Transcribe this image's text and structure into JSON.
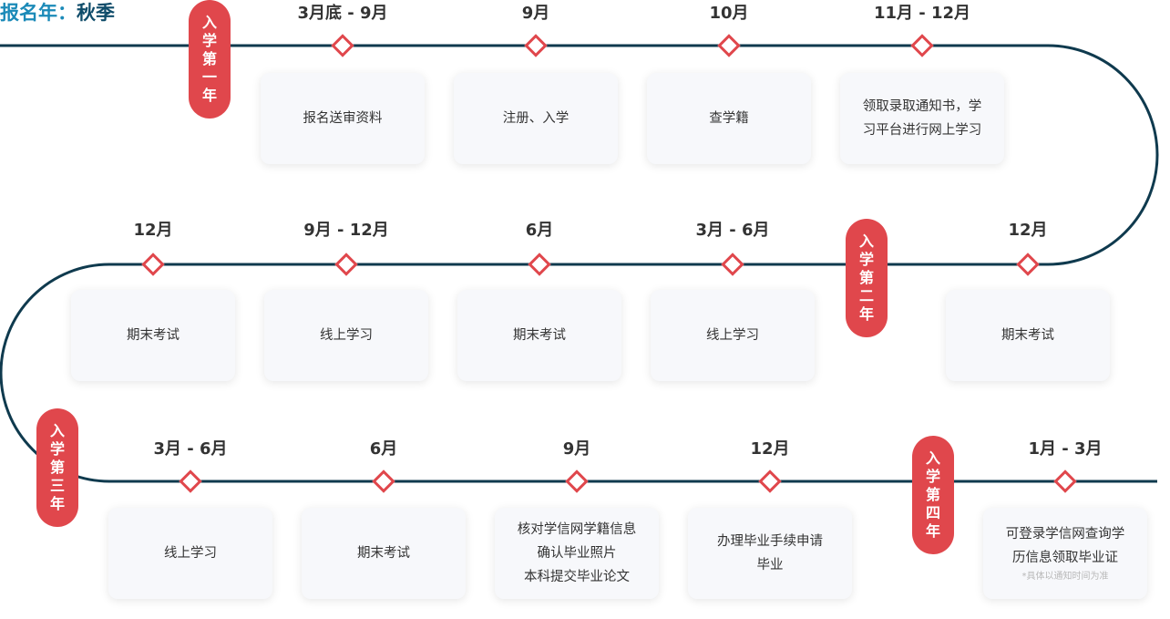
{
  "title": {
    "label": "报名年：",
    "value": "秋季"
  },
  "stages": [
    "入学第一年",
    "入学第二年",
    "入学第三年",
    "入学第四年"
  ],
  "steps": [
    {
      "date": "3月底 - 9月",
      "lines": [
        "报名送审资料"
      ]
    },
    {
      "date": "9月",
      "lines": [
        "注册、入学"
      ]
    },
    {
      "date": "10月",
      "lines": [
        "查学籍"
      ]
    },
    {
      "date": "11月 - 12月",
      "lines": [
        "领取录取通知书，学",
        "习平台进行网上学习"
      ]
    },
    {
      "date": "12月",
      "lines": [
        "期末考试"
      ]
    },
    {
      "date": "9月 - 12月",
      "lines": [
        "线上学习"
      ]
    },
    {
      "date": "6月",
      "lines": [
        "期末考试"
      ]
    },
    {
      "date": "3月 - 6月",
      "lines": [
        "线上学习"
      ]
    },
    {
      "date": "12月",
      "lines": [
        "期末考试"
      ]
    },
    {
      "date": "3月 - 6月",
      "lines": [
        "线上学习"
      ]
    },
    {
      "date": "6月",
      "lines": [
        "期末考试"
      ]
    },
    {
      "date": "9月",
      "lines": [
        "核对学信网学籍信息",
        "确认毕业照片",
        "本科提交毕业论文"
      ]
    },
    {
      "date": "12月",
      "lines": [
        "办理毕业手续申请",
        "毕业"
      ]
    },
    {
      "date": "1月 - 3月",
      "lines": [
        "可登录学信网查询学",
        "历信息领取毕业证"
      ],
      "note": "*具体以通知时间为准"
    }
  ],
  "colors": {
    "accent": "#e0474c",
    "track": "#0f3a4e",
    "title": "#1b8ab8",
    "card": "#f7f8fb"
  }
}
